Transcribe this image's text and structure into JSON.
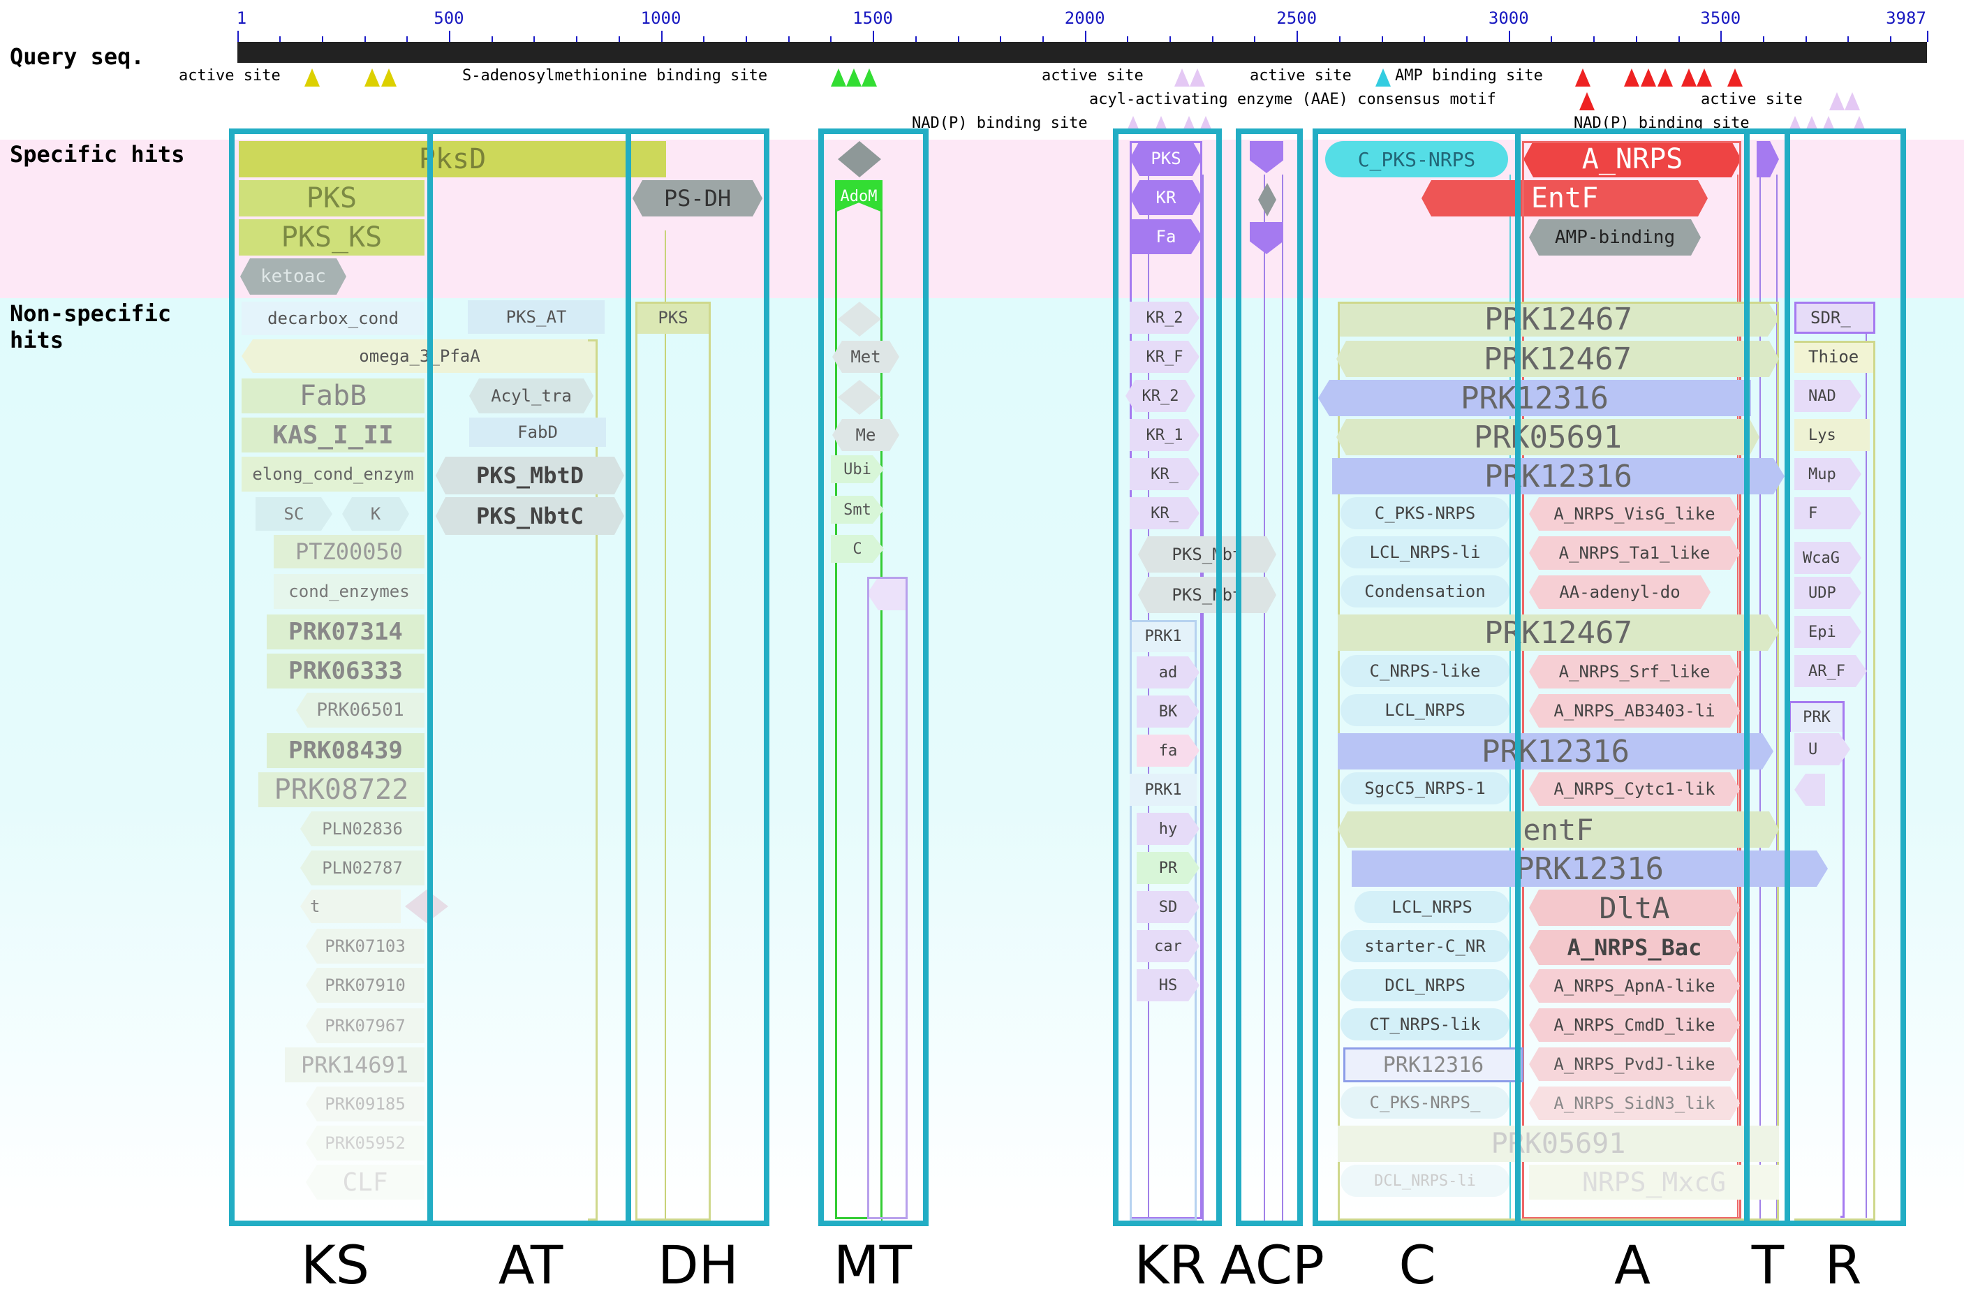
{
  "header": {
    "query_label": "Query seq.",
    "specific_label": "Specific hits",
    "nonspecific_label_1": "Non-specific",
    "nonspecific_label_2": "hits"
  },
  "axis": {
    "ticks": [
      {
        "value": 1,
        "label": "1"
      },
      {
        "value": 500,
        "label": "500"
      },
      {
        "value": 1000,
        "label": "1000"
      },
      {
        "value": 1500,
        "label": "1500"
      },
      {
        "value": 2000,
        "label": "2000"
      },
      {
        "value": 2500,
        "label": "2500"
      },
      {
        "value": 3000,
        "label": "3000"
      },
      {
        "value": 3500,
        "label": "3500"
      },
      {
        "value": 3987,
        "label": "3987"
      }
    ],
    "max": 3987
  },
  "sites": {
    "active_site_1": "active site",
    "sam_site": "S-adenosylmethionine binding site",
    "active_site_2": "active site",
    "active_site_3": "active site",
    "amp_site": "AMP binding site",
    "aae_motif": "acyl-activating enzyme (AAE) consensus motif",
    "active_site_4": "active site",
    "nadp_site_1": "NAD(P) binding site",
    "nadp_site_2": "NAD(P) binding site"
  },
  "specific_hits": {
    "pksd": "PksD",
    "pks": "PKS",
    "pks_ks": "PKS_KS",
    "ketoac": "ketoac",
    "ps_dh": "PS-DH",
    "adom": "AdoM",
    "kr_pks": "PKS",
    "kr_kr": "KR",
    "kr_fa": "Fa",
    "c_pks_nrps": "C_PKS-NRPS",
    "a_nrps": "A_NRPS",
    "entf": "EntF",
    "amp_binding": "AMP-binding"
  },
  "nonspecific": {
    "ks": [
      "decarbox_cond",
      "omega_3_PfaA",
      "FabB",
      "KAS_I_II",
      "elong_cond_enzym",
      "SC",
      "K",
      "PTZ00050",
      "cond_enzymes",
      "PRK07314",
      "PRK06333",
      "PRK06501",
      "PRK08439",
      "PRK08722",
      "PLN02836",
      "PLN02787",
      "t",
      "PRK07103",
      "PRK07910",
      "PRK07967",
      "PRK14691",
      "PRK09185",
      "PRK05952",
      "CLF"
    ],
    "at": [
      "PKS_AT",
      "Acyl_tra",
      "FabD",
      "PKS_MbtD",
      "PKS_NbtC"
    ],
    "dh": [
      "PKS"
    ],
    "mt": [
      "Met",
      "Me",
      "Ubi",
      "Smt",
      "C"
    ],
    "kr": [
      "KR_2",
      "KR_F",
      "KR_2",
      "KR_1",
      "KR_",
      "KR_",
      "PKS_Mbt",
      "PKS_Nbt",
      "PRK1",
      "ad",
      "BK",
      "fa",
      "PRK1",
      "hy",
      "PR",
      "SD",
      "car",
      "HS"
    ],
    "big": [
      "PRK12467",
      "PRK12467",
      "PRK12316",
      "PRK05691",
      "PRK12316",
      "PRK12467",
      "PRK12316",
      "entF",
      "PRK12316",
      "PRK05691",
      "NRPS_MxcG"
    ],
    "c": [
      "C_PKS-NRPS",
      "LCL_NRPS-li",
      "Condensation",
      "C_NRPS-like",
      "LCL_NRPS",
      "SgcC5_NRPS-1",
      "LCL_NRPS",
      "starter-C_NR",
      "DCL_NRPS",
      "CT_NRPS-lik",
      "PRK12316",
      "C_PKS-NRPS_",
      "DCL_NRPS-li"
    ],
    "a": [
      "A_NRPS_VisG_like",
      "A_NRPS_Ta1_like",
      "AA-adenyl-do",
      "A_NRPS_Srf_like",
      "A_NRPS_AB3403-li",
      "A_NRPS_Cytc1-lik",
      "DltA",
      "A_NRPS_Bac",
      "A_NRPS_ApnA-like",
      "A_NRPS_CmdD_like",
      "A_NRPS_PvdJ-like",
      "A_NRPS_SidN3_lik"
    ],
    "r": [
      "SDR_",
      "Thioe",
      "NAD",
      "Lys",
      "Mup",
      "F",
      "WcaG",
      "UDP",
      "Epi",
      "AR_F",
      "PRK",
      "U"
    ]
  },
  "domains": [
    "KS",
    "AT",
    "DH",
    "MT",
    "KR",
    "ACP",
    "C",
    "A",
    "T",
    "R"
  ],
  "colors": {
    "box": "#22adc4",
    "pks_green": "#c6d86a",
    "nrps_red": "#ee5555",
    "nrps_cyan": "#55dde6",
    "kr_purple": "#a57af0",
    "adom_green": "#44dd44",
    "hex_gray": "#9aa4a4",
    "big_blue": "#b8c4f5",
    "big_green": "#d6e6c4"
  }
}
